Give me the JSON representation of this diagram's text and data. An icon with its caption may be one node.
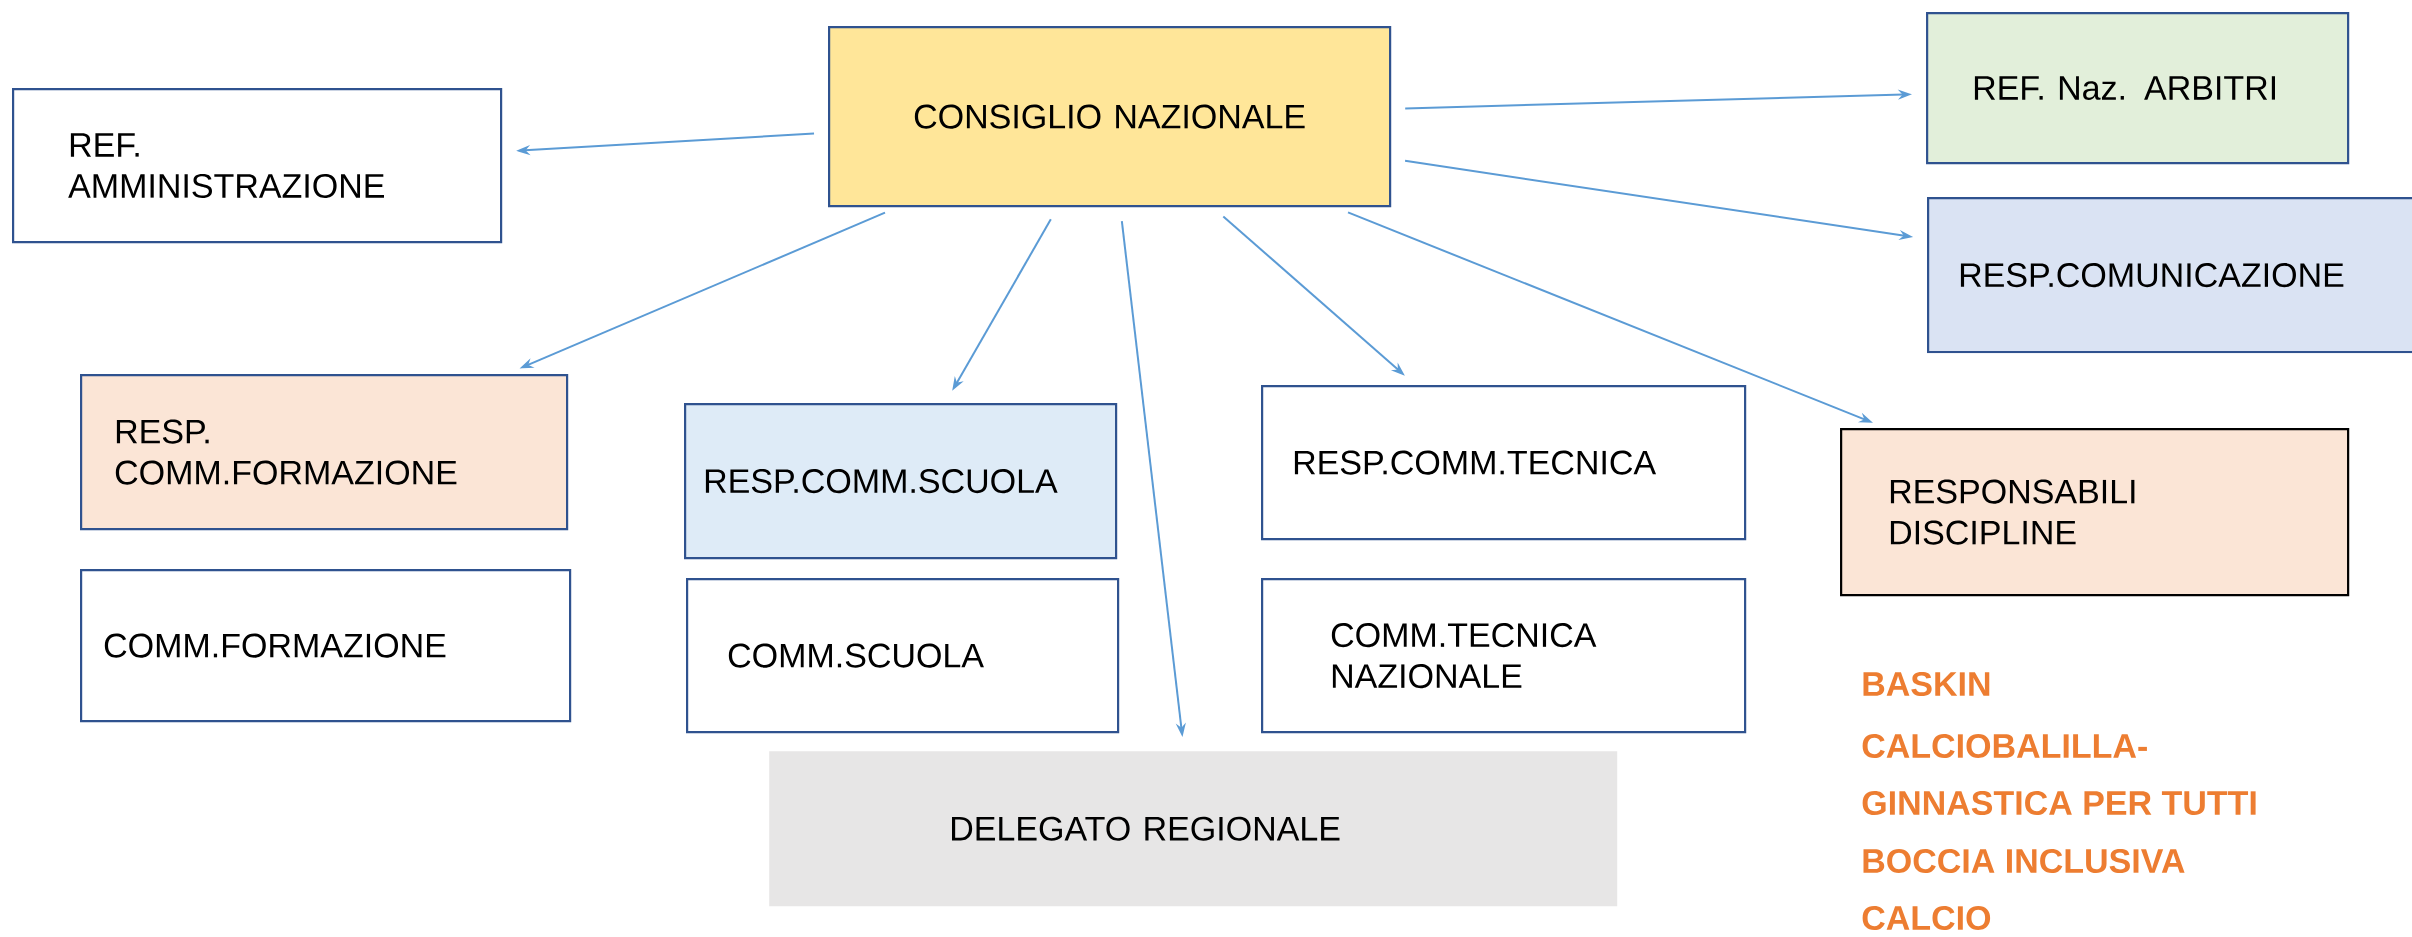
{
  "diagram": {
    "nodes": [
      {
        "text": [
          "CONSIGLIO NAZIONALE"
        ]
      },
      {
        "text": [
          "REF. AMMINISTRAZIONE"
        ]
      },
      {
        "text": [
          "REF. Naz. ARBITRI"
        ]
      },
      {
        "text": [
          "RESP.COMUNICAZIONE"
        ]
      },
      {
        "text": [
          "RESP. COMM.FORMAZIONE"
        ]
      },
      {
        "text": [
          "RESP.COMM.SCUOLA"
        ]
      },
      {
        "text": [
          "RESP.COMM.TECNICA"
        ]
      },
      {
        "text": [
          "RESPONSABILI DISCIPLINE"
        ]
      },
      {
        "text": [
          "COMM.FORMAZIONE"
        ]
      },
      {
        "text": [
          "COMM.SCUOLA"
        ]
      },
      {
        "text": [
          "COMM.TECNICA NAZIONALE"
        ]
      },
      {
        "text": [
          "DELEGATO REGIONALE"
        ]
      }
    ],
    "edges": [
      {
        "from": 0,
        "to": 1,
        "arrow": "to"
      },
      {
        "from": 0,
        "to": 2,
        "arrow": "to"
      },
      {
        "from": 0,
        "to": 3,
        "arrow": "to"
      },
      {
        "from": 0,
        "to": 4,
        "arrow": "to"
      },
      {
        "from": 0,
        "to": 5,
        "arrow": "to"
      },
      {
        "from": 0,
        "to": 6,
        "arrow": "to"
      },
      {
        "from": 0,
        "to": 7,
        "arrow": "to"
      },
      {
        "from": 0,
        "to": 11,
        "arrow": "to"
      }
    ],
    "labels": [
      "BASKIN",
      "CALCIOBALILLA-",
      "GINNASTICA PER TUTTI",
      "BOCCIA INCLUSIVA",
      "CALCIO"
    ]
  }
}
